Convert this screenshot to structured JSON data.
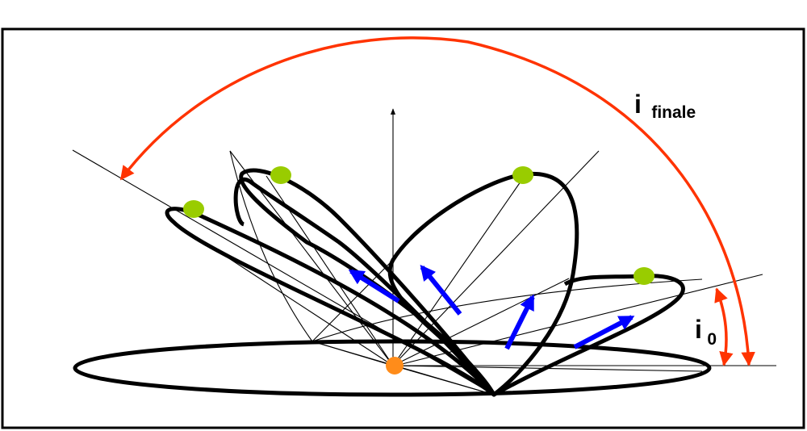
{
  "labels": {
    "i_final_main": "i",
    "i_final_sub": "finale",
    "i0_main": "i",
    "i0_sub": "0"
  },
  "colors": {
    "background": "#ffffff",
    "frame": "#000000",
    "orbit": "#000000",
    "construction_line": "#000000",
    "angle_arrow": "#ff3300",
    "velocity_arrow": "#0000ff",
    "planet": "#99cc00",
    "star": "#ff8c1a"
  },
  "icons": {
    "star": "orange-dot",
    "planet": "green-dot",
    "velocity": "blue-arrow",
    "angle": "red-double-arrow"
  }
}
